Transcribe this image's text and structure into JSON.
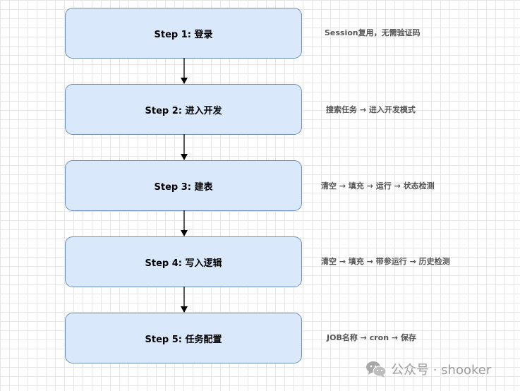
{
  "steps": [
    {
      "label": "Step 1: 登录",
      "note": "Session复用，无需验证码"
    },
    {
      "label": "Step 2: 进入开发",
      "note": "搜索任务 → 进入开发模式"
    },
    {
      "label": "Step 3: 建表",
      "note": "清空 → 填充 → 运行 → 状态检测"
    },
    {
      "label": "Step 4: 写入逻辑",
      "note": "清空 → 填充 → 带参运行 → 历史检测"
    },
    {
      "label": "Step 5: 任务配置",
      "note": "JOB名称 → cron → 保存"
    }
  ],
  "watermark": {
    "text": "公众号 · shooker",
    "icon": "wechat-icon"
  },
  "colors": {
    "box_fill": "#dae8fc",
    "box_border": "#6c8ebf",
    "note_text": "#555555",
    "arrow": "#000000"
  }
}
